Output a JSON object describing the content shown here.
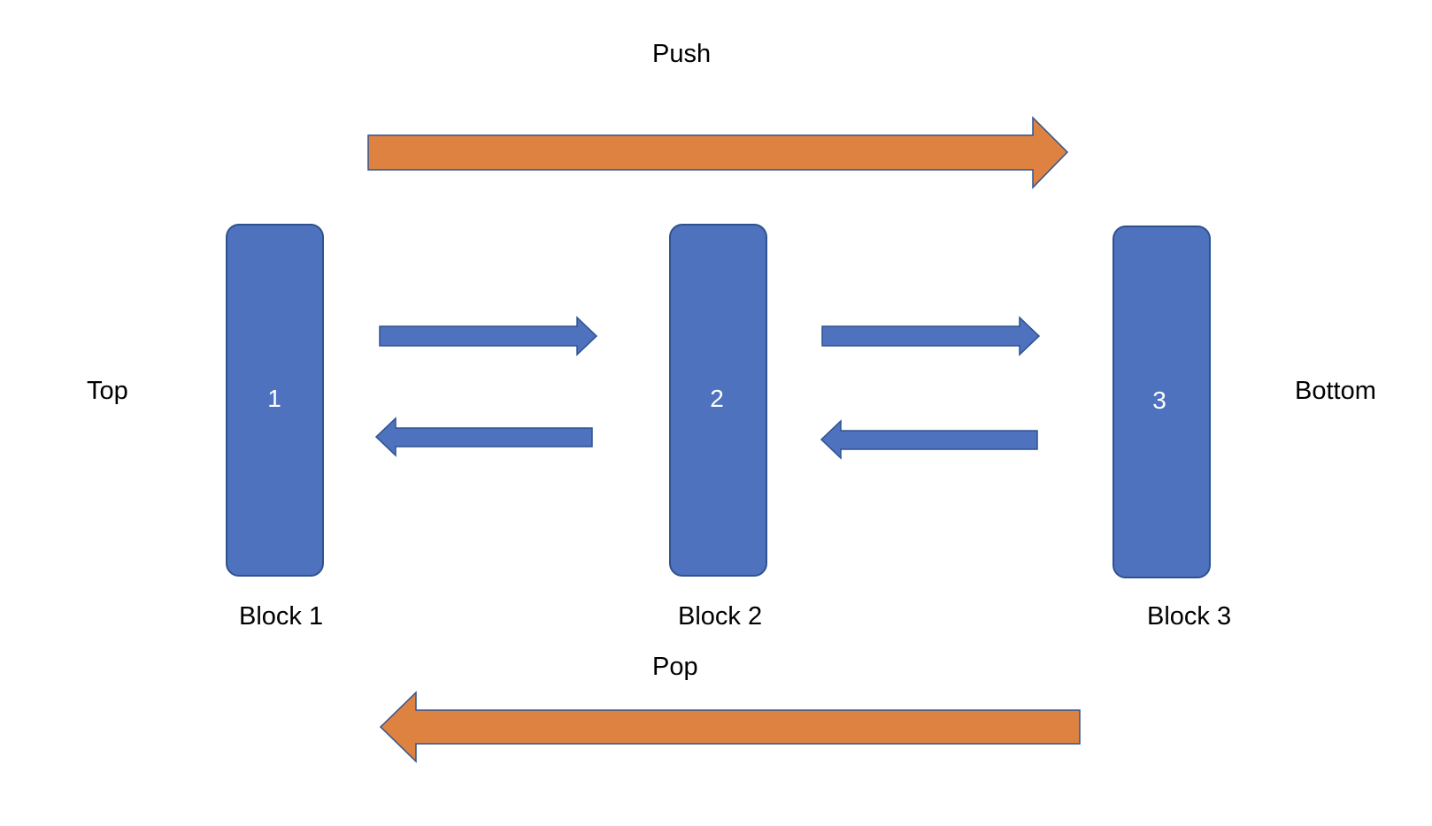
{
  "labels": {
    "push": "Push",
    "pop": "Pop",
    "top": "Top",
    "bottom": "Bottom"
  },
  "blocks": [
    {
      "number": "1",
      "caption": "Block 1"
    },
    {
      "number": "2",
      "caption": "Block 2"
    },
    {
      "number": "3",
      "caption": "Block 3"
    }
  ],
  "colors": {
    "block_fill": "#4E72BE",
    "block_stroke": "#2F528F",
    "orange_fill": "#DE8242",
    "arrow_stroke": "#2F528F",
    "text": "#000000",
    "block_text": "#FFFFFF"
  }
}
